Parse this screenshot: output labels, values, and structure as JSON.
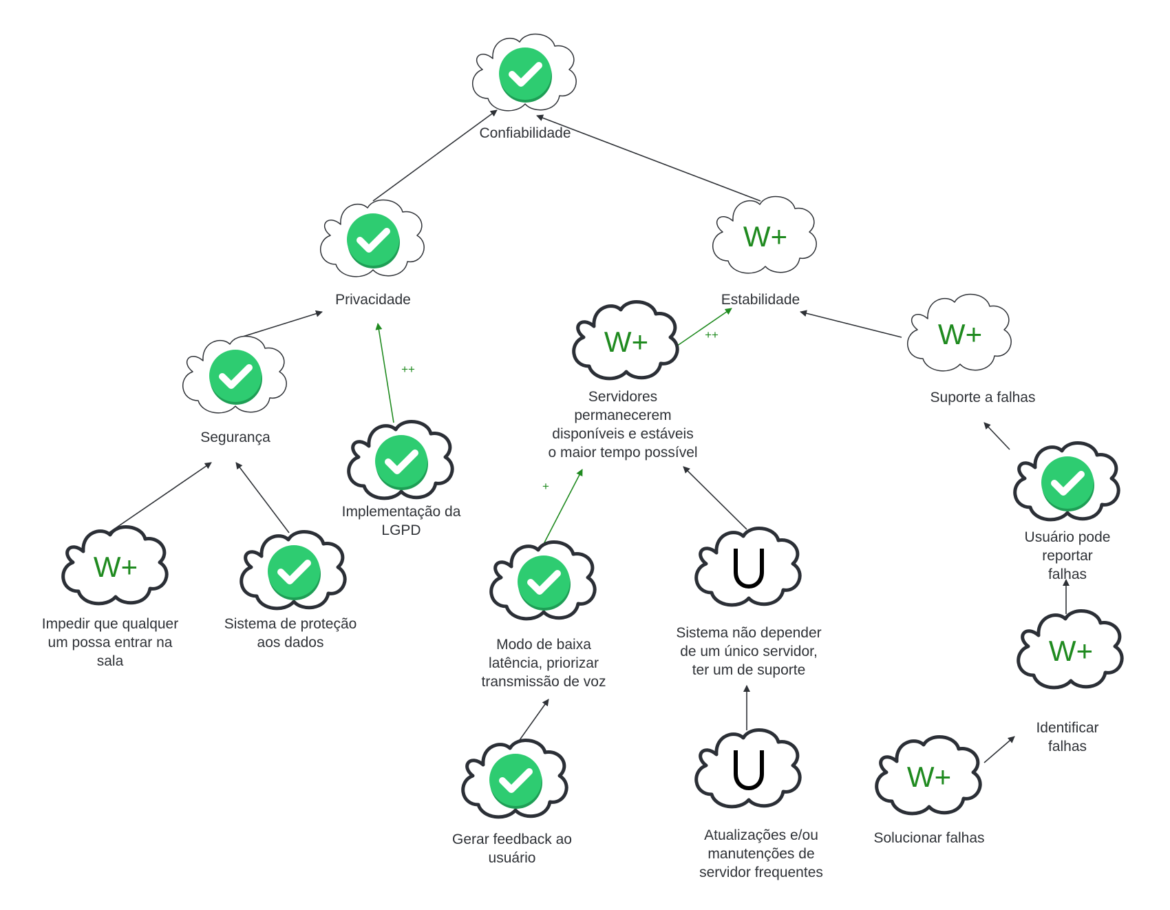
{
  "nodes": [
    {
      "id": "confiabilidade",
      "label": "Confiabilidade",
      "status": "check",
      "cloud": "light"
    },
    {
      "id": "privacidade",
      "label": "Privacidade",
      "status": "check",
      "cloud": "light"
    },
    {
      "id": "estabilidade",
      "label": "Estabilidade",
      "status": "W+",
      "cloud": "light"
    },
    {
      "id": "seguranca",
      "label": "Segurança",
      "status": "check",
      "cloud": "light"
    },
    {
      "id": "lgpd",
      "label": "Implementação da\nLGPD",
      "status": "check",
      "cloud": "bold"
    },
    {
      "id": "servidores",
      "label": "Servidores\npermanecerem\ndisponíveis e estáveis\no maior tempo possível",
      "status": "W+",
      "cloud": "bold"
    },
    {
      "id": "suporte",
      "label": "Suporte a falhas",
      "status": "W+",
      "cloud": "light"
    },
    {
      "id": "impedir",
      "label": "Impedir que qualquer\num possa entrar na\nsala",
      "status": "W+",
      "cloud": "bold"
    },
    {
      "id": "protecao",
      "label": "Sistema de proteção\naos dados",
      "status": "check",
      "cloud": "bold"
    },
    {
      "id": "modo",
      "label": "Modo de baixa\nlatência, priorizar\ntransmissão de voz",
      "status": "check",
      "cloud": "bold"
    },
    {
      "id": "naodepender",
      "label": "Sistema não depender\nde um único servidor,\nter um de suporte",
      "status": "U",
      "cloud": "bold"
    },
    {
      "id": "reportar",
      "label": "Usuário pode reportar\nfalhas",
      "status": "check",
      "cloud": "bold"
    },
    {
      "id": "feedback",
      "label": "Gerar feedback ao\nusuário",
      "status": "check",
      "cloud": "bold"
    },
    {
      "id": "atualizacoes",
      "label": "Atualizações e/ou\nmanutenções de\nservidor frequentes",
      "status": "U",
      "cloud": "bold"
    },
    {
      "id": "identificar",
      "label": "Identificar falhas",
      "status": "W+",
      "cloud": "bold"
    },
    {
      "id": "solucionar",
      "label": "Solucionar falhas",
      "status": "W+",
      "cloud": "bold"
    }
  ],
  "edges": [
    {
      "from": "privacidade",
      "to": "confiabilidade",
      "label": "",
      "color": "#2e3136"
    },
    {
      "from": "estabilidade",
      "to": "confiabilidade",
      "label": "",
      "color": "#2e3136"
    },
    {
      "from": "seguranca",
      "to": "privacidade",
      "label": "",
      "color": "#2e3136"
    },
    {
      "from": "lgpd",
      "to": "privacidade",
      "label": "++",
      "color": "#1f8a1f"
    },
    {
      "from": "servidores",
      "to": "estabilidade",
      "label": "++",
      "color": "#1f8a1f"
    },
    {
      "from": "suporte",
      "to": "estabilidade",
      "label": "",
      "color": "#2e3136"
    },
    {
      "from": "impedir",
      "to": "seguranca",
      "label": "",
      "color": "#2e3136"
    },
    {
      "from": "protecao",
      "to": "seguranca",
      "label": "",
      "color": "#2e3136"
    },
    {
      "from": "modo",
      "to": "servidores",
      "label": "+",
      "color": "#1f8a1f"
    },
    {
      "from": "naodepender",
      "to": "servidores",
      "label": "",
      "color": "#2e3136"
    },
    {
      "from": "reportar",
      "to": "suporte",
      "label": "",
      "color": "#2e3136"
    },
    {
      "from": "feedback",
      "to": "modo",
      "label": "",
      "color": "#2e3136"
    },
    {
      "from": "atualizacoes",
      "to": "naodepender",
      "label": "",
      "color": "#2e3136"
    },
    {
      "from": "identificar",
      "to": "reportar",
      "label": "",
      "color": "#2e3136"
    },
    {
      "from": "solucionar",
      "to": "identificar",
      "label": "",
      "color": "#2e3136"
    }
  ],
  "colors": {
    "check_green": "#2ecc71",
    "wplus_green": "#1f8a1f",
    "line_dark": "#2e3136",
    "cloud_bold": "#2b2f36",
    "cloud_light": "#2e3136"
  }
}
